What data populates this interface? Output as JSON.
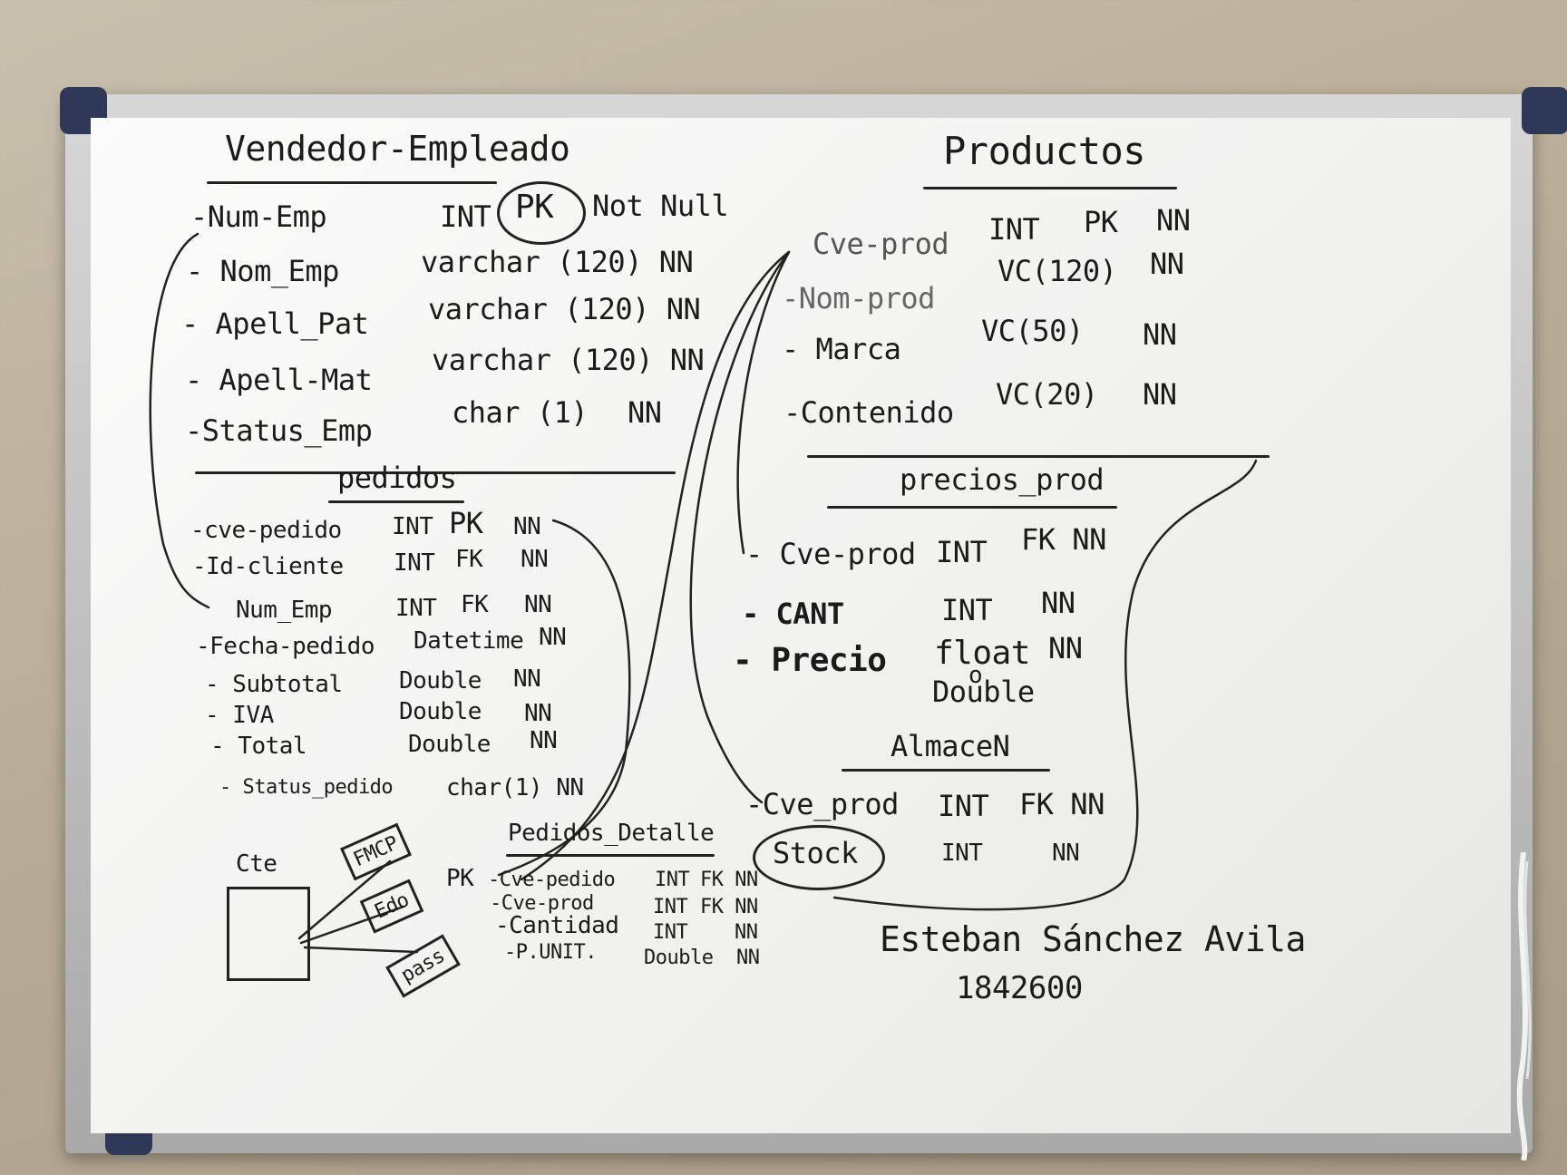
{
  "vendedor": {
    "title": "Vendedor-Empleado",
    "rows": [
      {
        "name": "-Num-Emp",
        "type": "INT",
        "k1": "PK",
        "k2": "Not Null"
      },
      {
        "name": "- Nom_Emp",
        "type": "varchar (120) NN"
      },
      {
        "name": "- Apell_Pat",
        "type": "varchar (120) NN"
      },
      {
        "name": "- Apell-Mat",
        "type": "varchar (120) NN"
      },
      {
        "name": "-Status_Emp",
        "type": "char (1)",
        "k1": "NN"
      }
    ]
  },
  "productos": {
    "title": "Productos",
    "rows": [
      {
        "name": "Cve-prod",
        "type": "INT",
        "k1": "PK",
        "k2": "NN"
      },
      {
        "name": "-Nom-prod",
        "type": "VC(120)",
        "k1": "NN"
      },
      {
        "name": "- Marca",
        "type": "VC(50)",
        "k1": "NN"
      },
      {
        "name": "-Contenido",
        "type": "VC(20)",
        "k1": "NN"
      }
    ]
  },
  "pedidos": {
    "title": "pedidos",
    "rows": [
      {
        "name": "-cve-pedido",
        "type": "INT",
        "k1": "PK",
        "k2": "NN"
      },
      {
        "name": "-Id-cliente",
        "type": "INT",
        "k1": "FK",
        "k2": "NN"
      },
      {
        "name": "Num_Emp",
        "type": "INT",
        "k1": "FK",
        "k2": "NN"
      },
      {
        "name": "-Fecha-pedido",
        "type": "Datetime",
        "k1": "NN"
      },
      {
        "name": "- Subtotal",
        "type": "Double",
        "k1": "NN"
      },
      {
        "name": "- IVA",
        "type": "Double",
        "k1": "NN"
      },
      {
        "name": "- Total",
        "type": "Double",
        "k1": "NN"
      },
      {
        "name": "- Status_pedido",
        "type": "char(1) NN"
      }
    ]
  },
  "precios": {
    "title": "precios_prod",
    "rows": [
      {
        "name": "- Cve-prod",
        "type": "INT",
        "k1": "FK NN"
      },
      {
        "name": "- CANT",
        "type": "INT",
        "k1": "NN"
      },
      {
        "name": "- Precio",
        "type": "float",
        "k1": "NN",
        "note": "o"
      },
      {
        "name": "",
        "type": "Double"
      }
    ]
  },
  "almacen": {
    "title": "AlmaceN",
    "rows": [
      {
        "name": "-Cve_prod",
        "type": "INT",
        "k1": "FK NN"
      },
      {
        "name": "Stock",
        "type": "INT",
        "k1": "NN"
      }
    ]
  },
  "detalle": {
    "title": "Pedidos_Detalle",
    "pk": "PK",
    "rows": [
      {
        "name": "-Cve-pedido",
        "type": "INT",
        "k1": "FK NN"
      },
      {
        "name": "-Cve-prod",
        "type": "INT",
        "k1": "FK NN"
      },
      {
        "name": "-Cantidad",
        "type": "INT",
        "k1": "NN"
      },
      {
        "name": "-P.UNIT.",
        "type": "Double",
        "k1": "NN"
      }
    ]
  },
  "sketch": {
    "label": "Cte",
    "tags": [
      "FMCP",
      "Edo",
      "pass"
    ]
  },
  "author": {
    "name": "Esteban Sánchez Avila",
    "id": "1842600"
  },
  "colors": {
    "marker": "#1b1b1b",
    "frame_corner": "#2f3856",
    "board": "#f4f4f2"
  }
}
